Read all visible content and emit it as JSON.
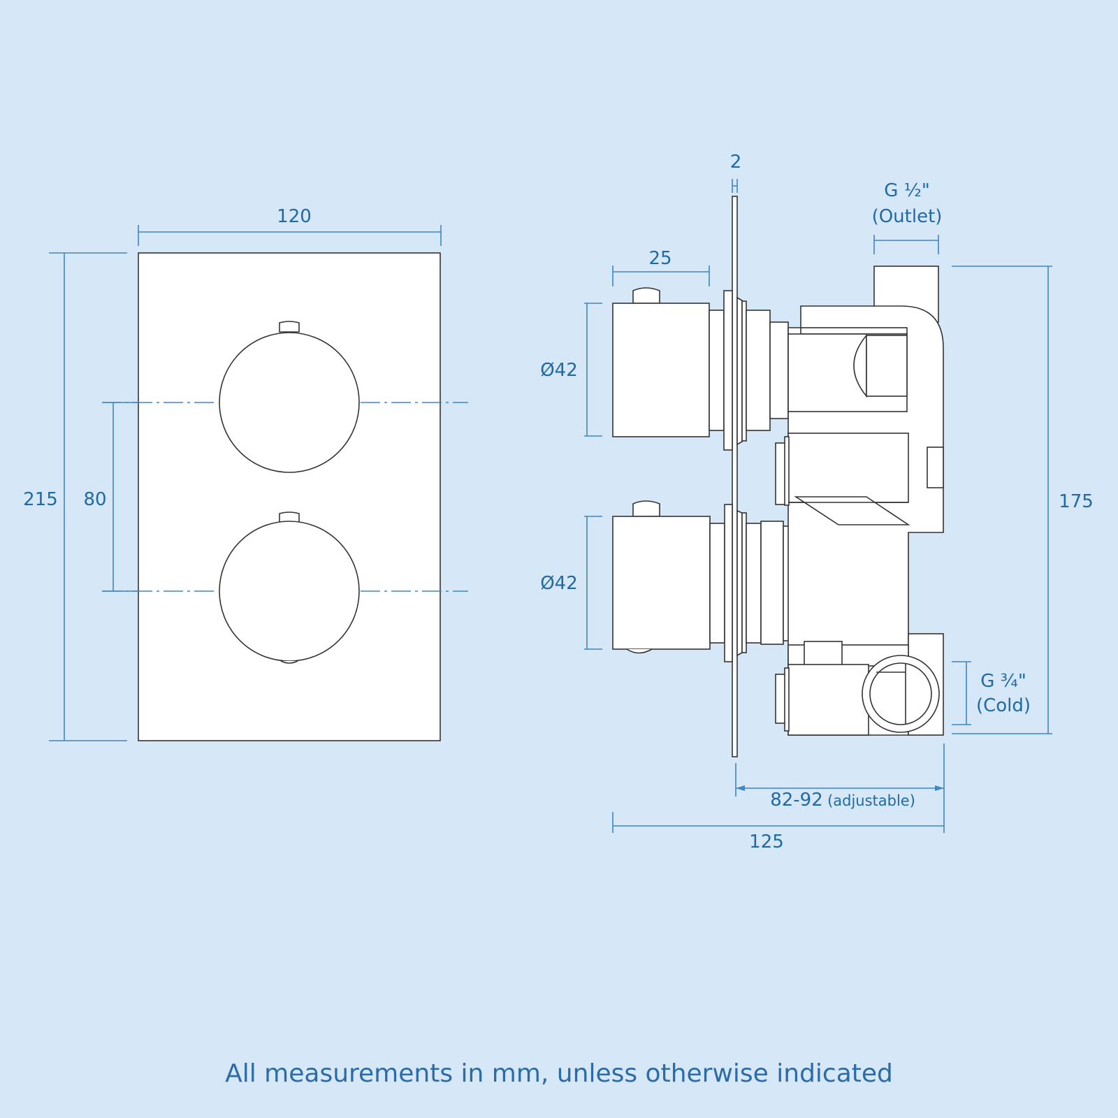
{
  "colors": {
    "background": "#d6e7f7",
    "dimension": "#1f6aa5",
    "outline": "#333333",
    "part_fill": "#ffffff"
  },
  "front_view": {
    "width_label": "120",
    "height_label": "215",
    "knob_spacing_label": "80"
  },
  "side_view": {
    "plate_thickness_label": "2",
    "outlet_label_line1": "G ½\"",
    "outlet_label_line2": "(Outlet)",
    "knob_depth_label": "25",
    "knob_top_diameter_label": "Ø42",
    "knob_bottom_diameter_label": "Ø42",
    "body_height_label": "175",
    "cold_label_line1": "G ¾\"",
    "cold_label_line2": "(Cold)",
    "wall_depth_label": "82-92",
    "wall_depth_note": "(adjustable)",
    "total_depth_label": "125"
  },
  "footer": {
    "note": "All measurements in mm, unless otherwise indicated"
  }
}
